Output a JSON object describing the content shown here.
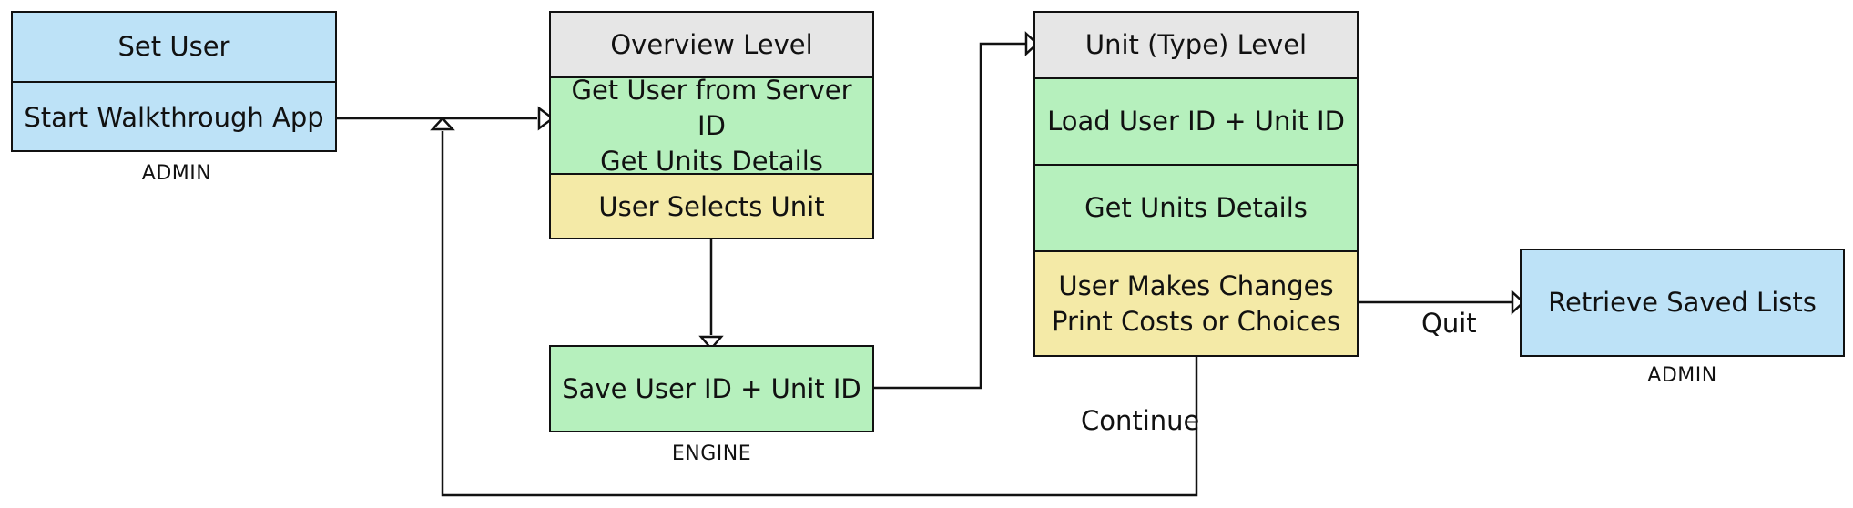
{
  "admin_box": {
    "set_user": "Set User",
    "start_app": "Start Walkthrough App",
    "caption": "ADMIN"
  },
  "overview_box": {
    "header": "Overview Level",
    "get_user": "Get User from Server ID\nGet Units Details",
    "select_unit": "User Selects Unit"
  },
  "engine_box": {
    "save": "Save User ID + Unit ID",
    "caption": "ENGINE"
  },
  "unit_box": {
    "header": "Unit (Type) Level",
    "load": "Load User ID + Unit ID",
    "get_units": "Get Units Details",
    "changes": "User Makes Changes\nPrint Costs or Choices"
  },
  "retrieve_box": {
    "label": "Retrieve Saved Lists",
    "caption": "ADMIN"
  },
  "edges": {
    "quit": "Quit",
    "continue": "Continue"
  },
  "colors": {
    "admin": "#bde2f7",
    "header": "#e6e6e6",
    "process": "#b6f0bd",
    "user_action": "#f4eaa7"
  }
}
